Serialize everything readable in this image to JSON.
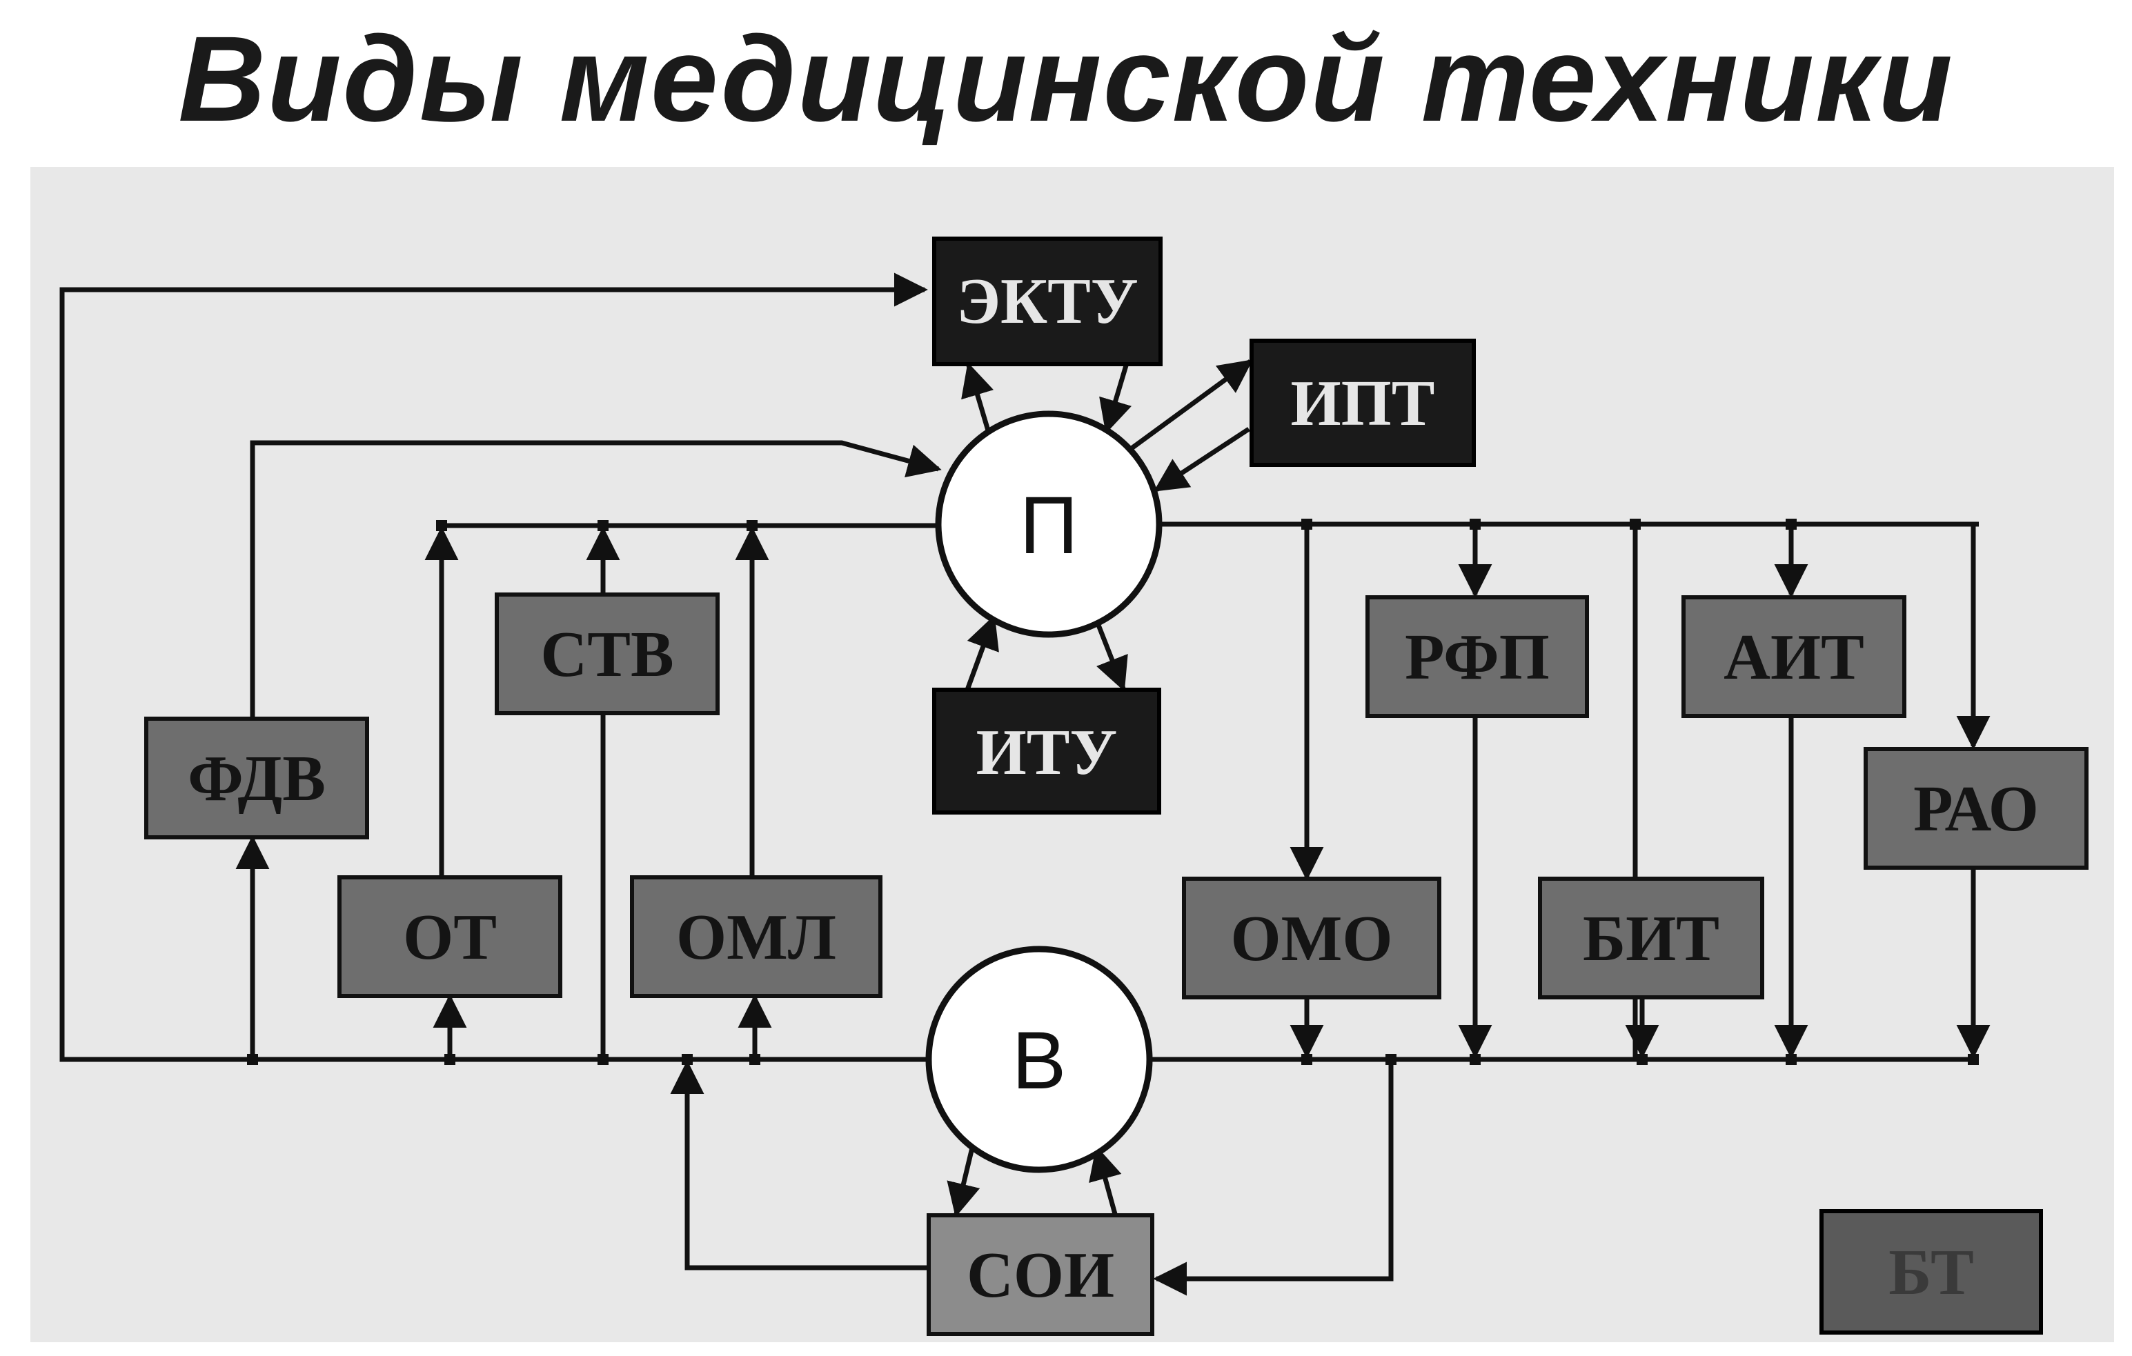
{
  "title": "Виды медицинской техники",
  "colors": {
    "dark_box": "#1a1a1a",
    "gray_box": "#6e6e6e",
    "light_box": "#8c8c8c",
    "dark_text": "#e6e6e6",
    "gray_text": "#141414",
    "line": "#111111",
    "panel": "#e8e8e8"
  },
  "nodes": {
    "p": "П",
    "v": "В"
  },
  "boxes": {
    "ektu": "ЭКТУ",
    "ipt": "ИПТ",
    "itu": "ИТУ",
    "stv": "СТВ",
    "fdv": "ФДВ",
    "ot": "ОТ",
    "oml": "ОМЛ",
    "rfp": "РФП",
    "ait": "АИТ",
    "rao": "РАО",
    "omo": "ОМО",
    "bit": "БИТ",
    "soi": "СОИ",
    "bt": "БТ"
  }
}
